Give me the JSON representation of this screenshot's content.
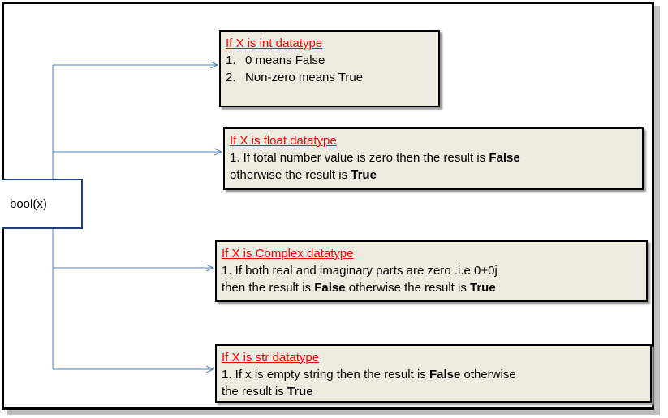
{
  "source": {
    "label": "bool(x)"
  },
  "rules": {
    "int": {
      "title": "If X is int datatype",
      "items": [
        {
          "num": "1.",
          "text": "0 means False"
        },
        {
          "num": "2.",
          "text": "Non-zero means True"
        }
      ]
    },
    "float": {
      "title": "If X is float datatype",
      "line1_pre": "1. If total number value is zero then the result is ",
      "line1_bold": "False",
      "line2_pre": "otherwise the result is ",
      "line2_bold": "True"
    },
    "complex": {
      "title": "If X is Complex datatype",
      "line1": "1. If both real and imaginary parts are zero .i.e 0+0j",
      "line2_pre": "then the result is ",
      "line2_bold1": "False",
      "line2_mid": " otherwise the result is ",
      "line2_bold2": "True"
    },
    "str": {
      "title": "If X is str datatype",
      "line1_pre": "1. If  x is empty string then the result is ",
      "line1_bold": "False",
      "line1_post": " otherwise",
      "line2_pre": "the result is ",
      "line2_bold": "True"
    }
  },
  "colors": {
    "connector": "#4f81bd",
    "box_fill": "#eeece1",
    "title": "#ff0000"
  }
}
